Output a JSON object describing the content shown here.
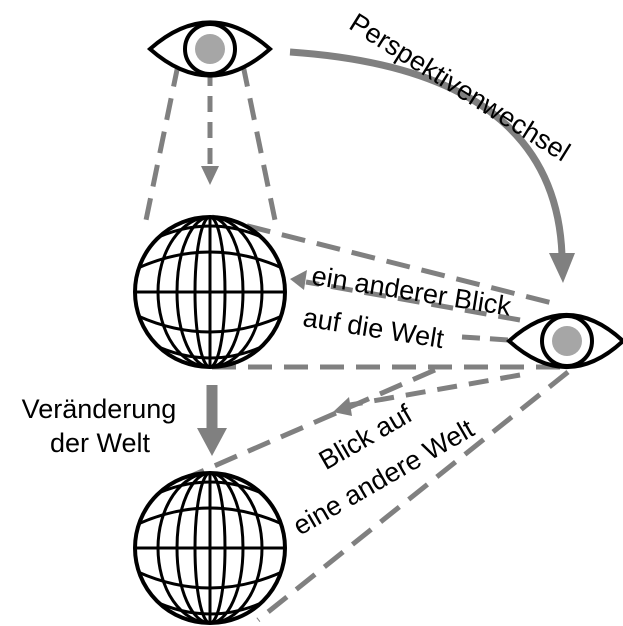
{
  "labels": {
    "perspective_change": "Perspektivenwechsel",
    "other_view_line1": "ein anderer Blick",
    "other_view_line2": "auf die Welt",
    "world_change_line1": "Veränderung",
    "world_change_line2": "der Welt",
    "view_other_world_line1": "Blick auf",
    "view_other_world_line2": "eine andere Welt"
  },
  "colors": {
    "line": "#000000",
    "dashed": "#808080",
    "arrow": "#808080",
    "iris": "#a6a6a6",
    "background": "#ffffff"
  }
}
